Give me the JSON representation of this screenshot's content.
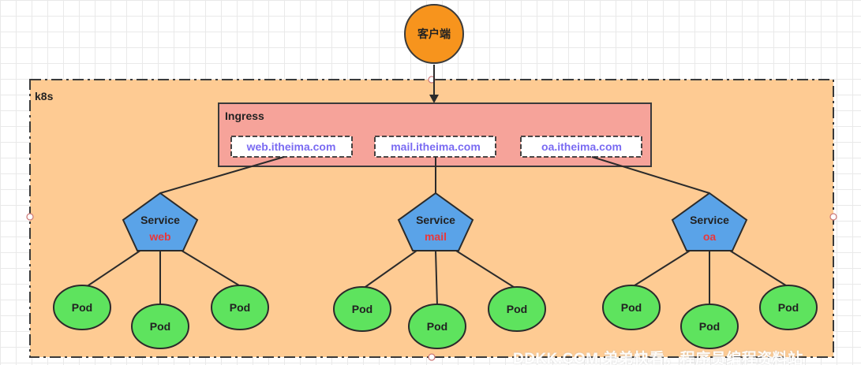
{
  "client": {
    "label": "客户端",
    "color": "#f7941d"
  },
  "cluster": {
    "label": "k8s",
    "fill": "#fecb93"
  },
  "ingress": {
    "label": "Ingress",
    "fill": "#f6a39a",
    "hosts": [
      "web.itheima.com",
      "mail.itheima.com",
      "oa.itheima.com"
    ],
    "host_text_color": "#7a6bf2"
  },
  "services": [
    {
      "title": "Service",
      "name": "web",
      "pods": [
        "Pod",
        "Pod",
        "Pod"
      ]
    },
    {
      "title": "Service",
      "name": "mail",
      "pods": [
        "Pod",
        "Pod",
        "Pod"
      ]
    },
    {
      "title": "Service",
      "name": "oa",
      "pods": [
        "Pod",
        "Pod",
        "Pod"
      ]
    }
  ],
  "service_fill": "#5aa3e8",
  "service_name_color": "#e8373b",
  "pod_fill": "#5ee35e",
  "watermark": "DDKK.COM 弟弟快看，程序员编程资料站"
}
